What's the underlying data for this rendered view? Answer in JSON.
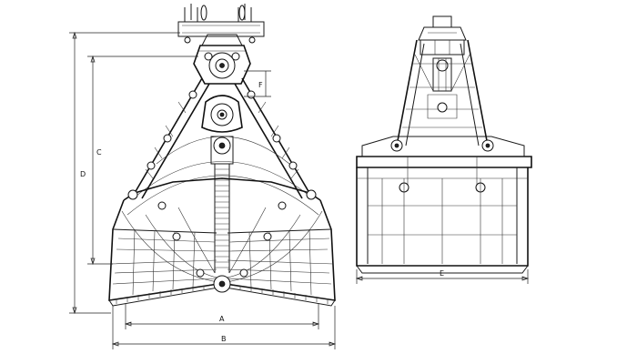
{
  "figure": {
    "front_view": {
      "dim_labels": {
        "A": "A",
        "B": "B",
        "C": "C",
        "D": "D",
        "F": "F"
      }
    },
    "side_view": {
      "dim_labels": {
        "E": "E"
      }
    }
  }
}
